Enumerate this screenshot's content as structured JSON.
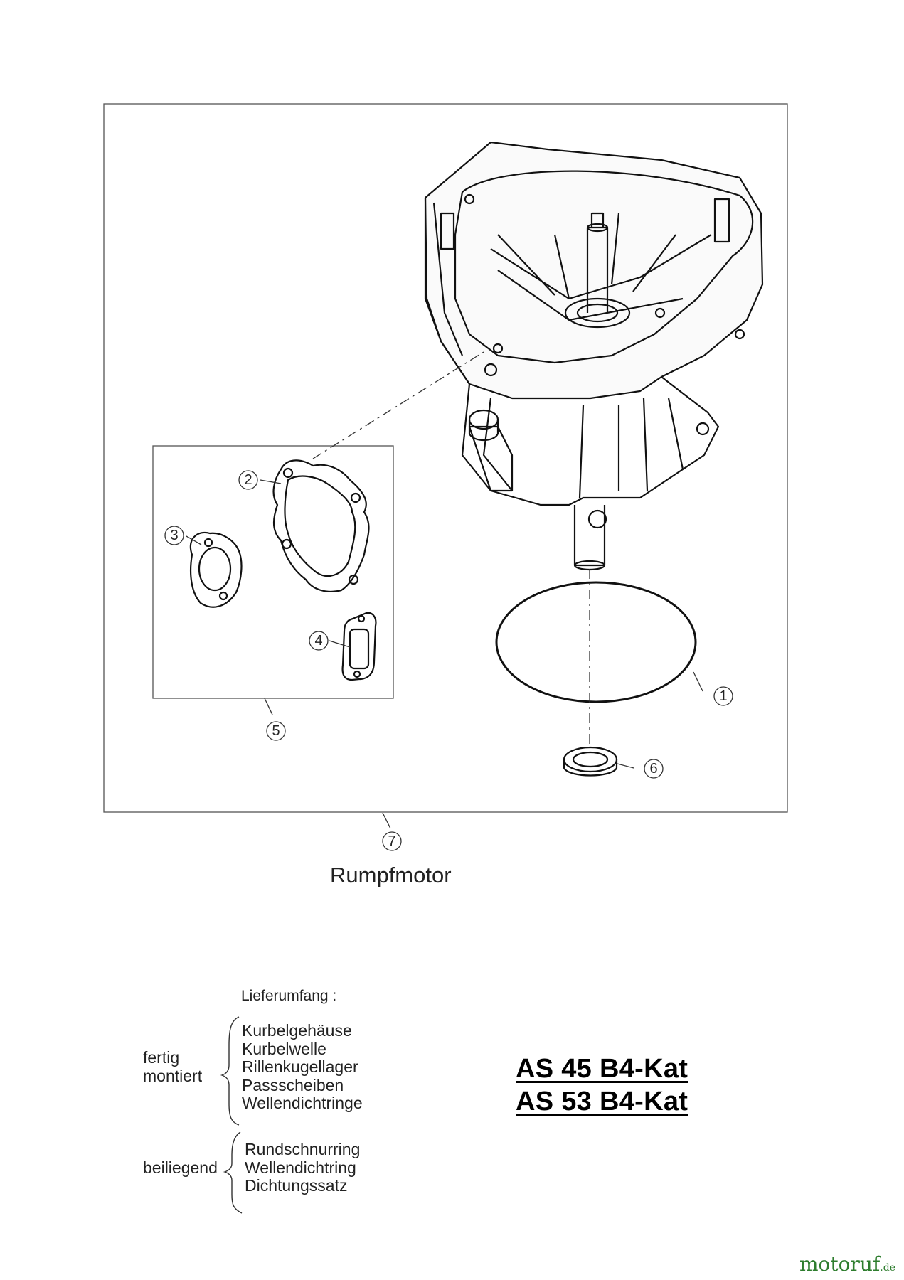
{
  "diagram": {
    "callouts": [
      "1",
      "2",
      "3",
      "4",
      "5",
      "6",
      "7"
    ],
    "assembly_title": "Rumpfmotor"
  },
  "scope": {
    "heading": "Lieferumfang :",
    "group_assembled": {
      "label_line1": "fertig",
      "label_line2": "montiert",
      "items": [
        "Kurbelgehäuse",
        "Kurbelwelle",
        "Rillenkugellager",
        "Passscheiben",
        "Wellendichtringe"
      ]
    },
    "group_enclosed": {
      "label": "beiliegend",
      "items": [
        "Rundschnurring",
        "Wellendichtring",
        "Dichtungssatz"
      ]
    }
  },
  "models": [
    "AS 45 B4-Kat",
    "AS 53 B4-Kat"
  ],
  "watermark": {
    "name": "motoruf",
    "tld": ".de"
  }
}
